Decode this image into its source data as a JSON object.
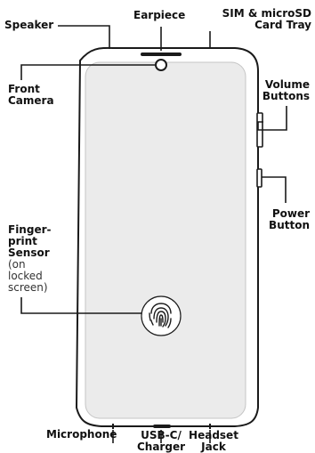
{
  "diagram": {
    "labels": {
      "speaker": "Speaker",
      "earpiece": "Earpiece",
      "sim_tray_line1": "SIM & microSD",
      "sim_tray_line2": "Card Tray",
      "front_camera_line1": "Front",
      "front_camera_line2": "Camera",
      "volume_line1": "Volume",
      "volume_line2": "Buttons",
      "power_line1": "Power",
      "power_line2": "Button",
      "fingerprint_line1": "Finger-",
      "fingerprint_line2": "print",
      "fingerprint_line3": "Sensor",
      "fingerprint_note1": "(on",
      "fingerprint_note2": "locked",
      "fingerprint_note3": "screen)",
      "microphone": "Microphone",
      "usb_line1": "USB-C/",
      "usb_line2": "Charger",
      "headset_line1": "Headset",
      "headset_line2": "Jack"
    },
    "icons": {
      "fingerprint": "fingerprint-icon",
      "camera": "front-camera-icon"
    },
    "colors": {
      "outline": "#1a1a1a",
      "screen": "#ebebeb",
      "body": "#ffffff",
      "text": "#111111"
    }
  }
}
